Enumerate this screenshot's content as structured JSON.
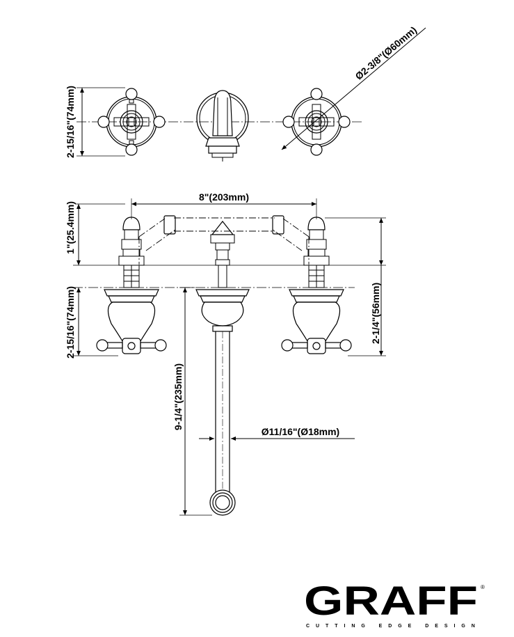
{
  "dimensions": {
    "handle_height_top": "2-15/16\"(74mm)",
    "escutcheon_diameter": "Ø2-3/8\"(Ø60mm)",
    "center_spread": "8\"(203mm)",
    "spout_rise": "1\"(25.4mm)",
    "handle_height_front": "2-15/16\"(74mm)",
    "handle_projection": "2-1/4\"(56mm)",
    "spout_length": "9-1/4\"(235mm)",
    "spout_diameter": "Ø11/16\"(Ø18mm)"
  },
  "brand": {
    "name": "GRAFF",
    "registered": "®",
    "tagline": "CUTTING EDGE DESIGN"
  }
}
